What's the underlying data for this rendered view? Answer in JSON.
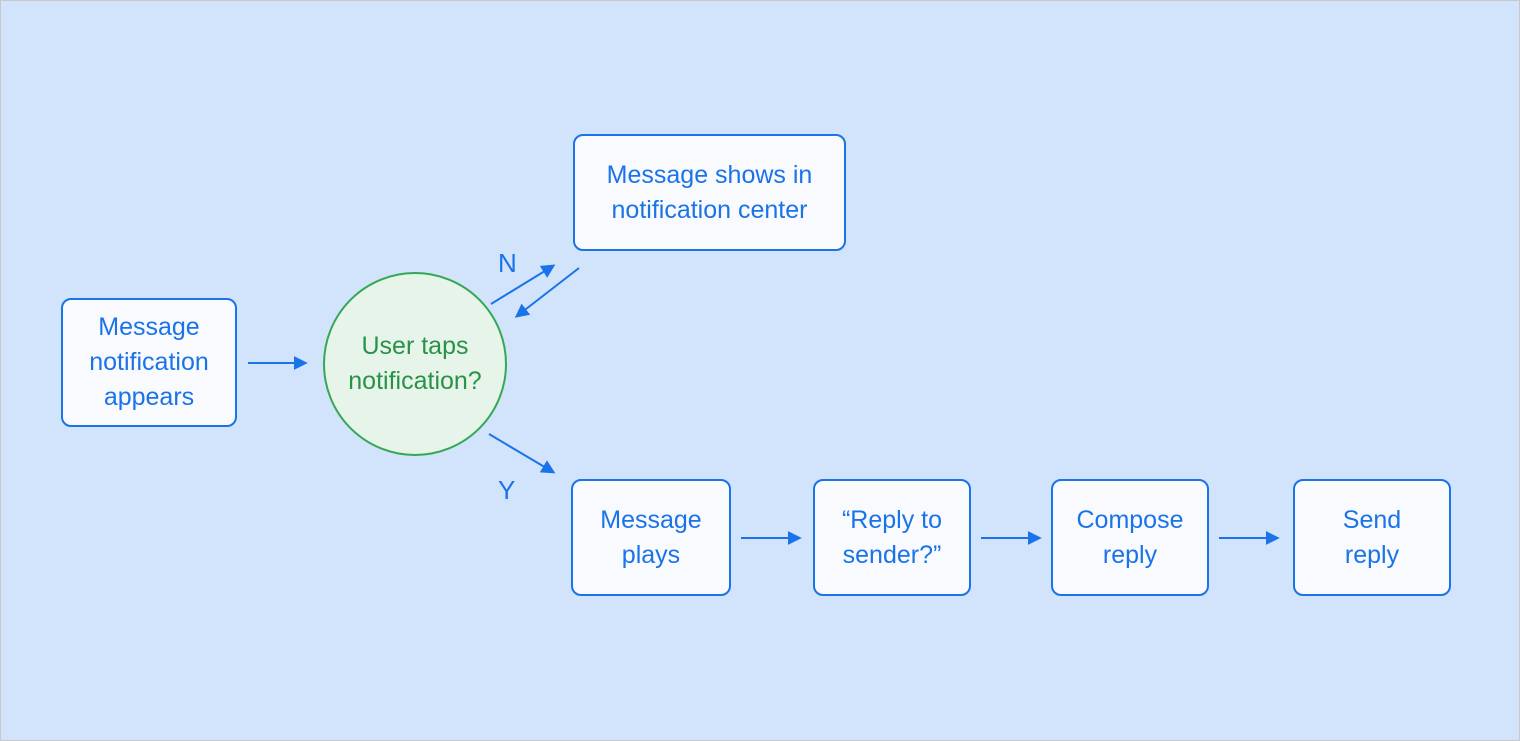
{
  "colors": {
    "canvas-bg": "#d2e3fc",
    "canvas-border": "#c8c8c8",
    "node-fill": "#f8fafd",
    "node-border": "#1a73e8",
    "node-text": "#1a73e8",
    "arrow": "#1a73e8",
    "decision-fill": "#e6f4ea",
    "decision-border": "#34a853",
    "decision-text": "#2a9246"
  },
  "nodes": {
    "start": {
      "label": "Message\nnotification\nappears"
    },
    "decision": {
      "label": "User taps\nnotification?"
    },
    "no_result": {
      "label": "Message shows in\nnotification center"
    },
    "yes_step1": {
      "label": "Message\nplays"
    },
    "yes_step2": {
      "label": "“Reply to\nsender?”"
    },
    "yes_step3": {
      "label": "Compose\nreply"
    },
    "yes_step4": {
      "label": "Send\nreply"
    }
  },
  "edges": {
    "no_label": "N",
    "yes_label": "Y"
  }
}
